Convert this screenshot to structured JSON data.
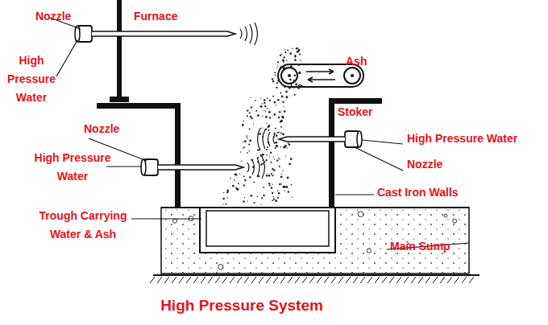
{
  "diagram": {
    "caption": "High Pressure System",
    "labels": [
      "Nozzle",
      "Furnace",
      "High Pressure Water",
      "Ash",
      "Stoker",
      "Nozzle",
      "High Pressure Water",
      "High Pressure Water",
      "Nozzle",
      "Cast Iron Walls",
      "Trough Carrying Water & Ash",
      "Main Sump"
    ]
  }
}
